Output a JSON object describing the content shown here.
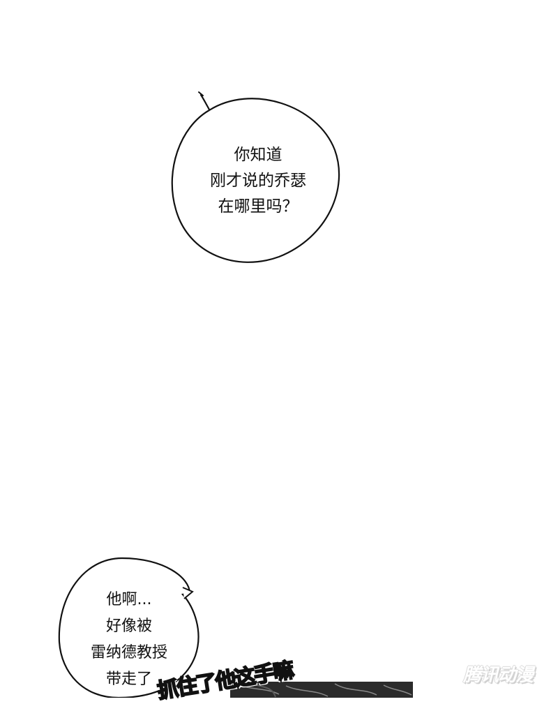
{
  "bubble_top": {
    "lines": [
      "你知道",
      "刚才说的乔瑟",
      "在哪里吗？"
    ]
  },
  "bubble_bottom": {
    "lines": [
      "他啊...",
      "好像被",
      "雷纳德教授",
      "带走了"
    ]
  },
  "sfx_text": "抓住了他这手嘛",
  "watermark_text": "腾讯动漫"
}
